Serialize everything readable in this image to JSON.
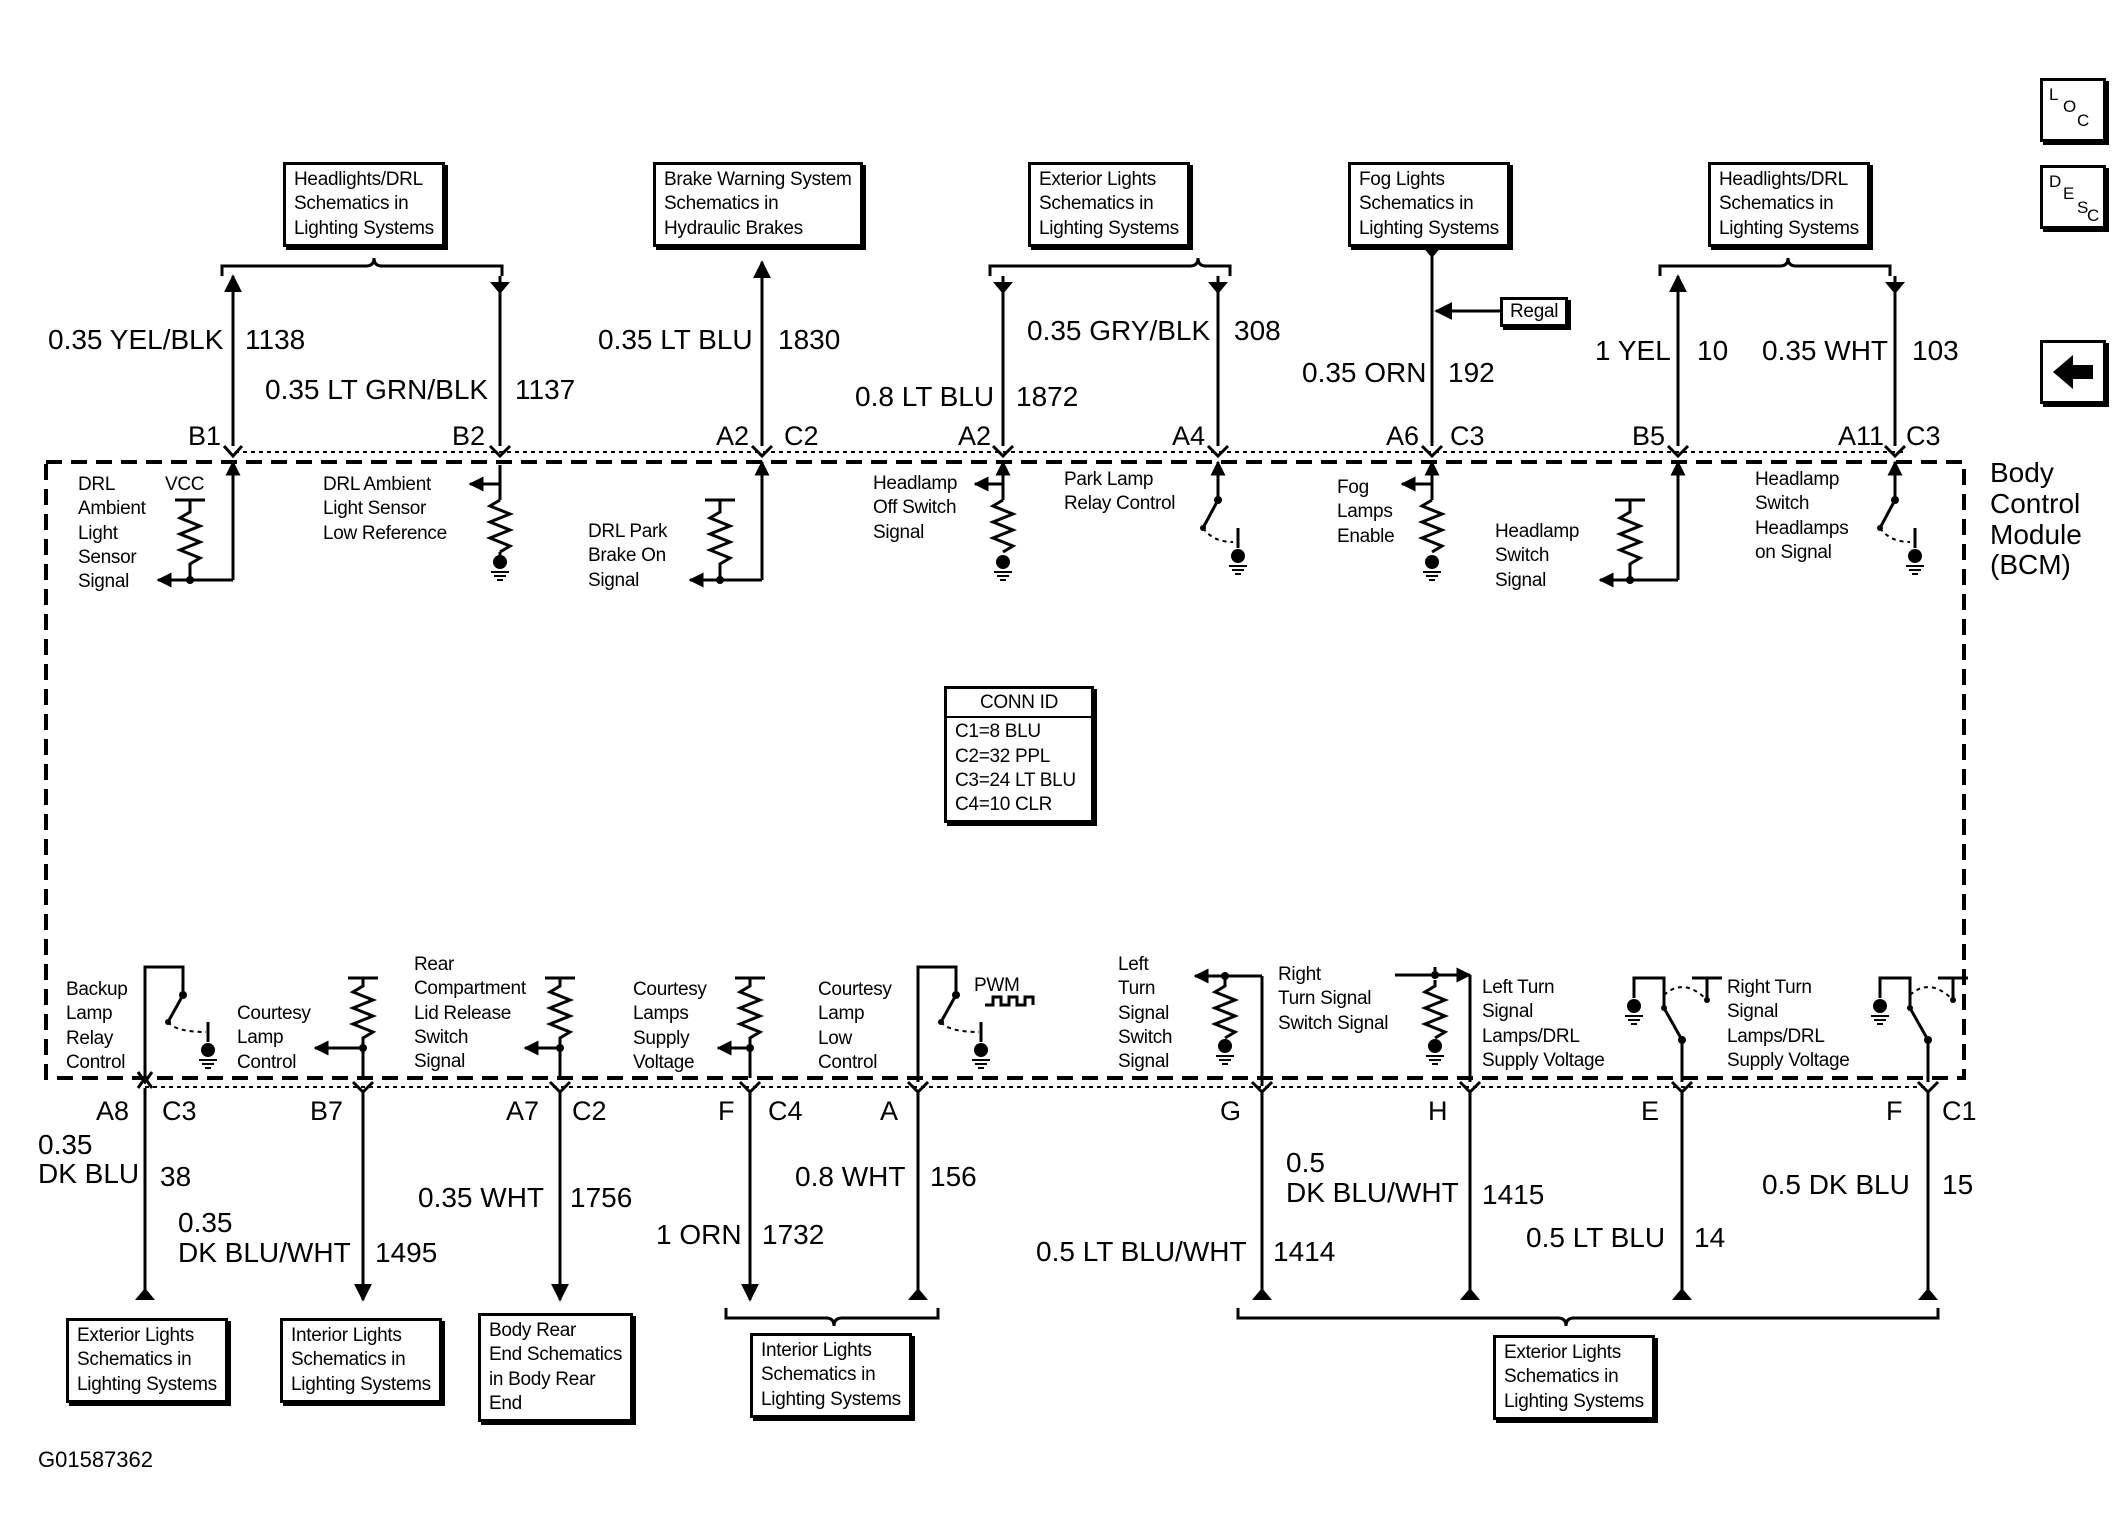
{
  "nav": {
    "loc": [
      "L",
      "O",
      "C"
    ],
    "desc": [
      "D",
      "E",
      "S",
      "C"
    ],
    "back": "back-arrow-icon"
  },
  "module": {
    "label": [
      "Body",
      "Control",
      "Module",
      "(BCM)"
    ]
  },
  "conn_id": {
    "title": "CONN ID",
    "lines": [
      "C1=8 BLU",
      "C2=32 PPL",
      "C3=24 LT BLU",
      "C4=10 CLR"
    ]
  },
  "ref_top": [
    [
      "Headlights/DRL",
      "Schematics in",
      "Lighting Systems"
    ],
    [
      "Brake Warning System",
      "Schematics in",
      "Hydraulic Brakes"
    ],
    [
      "Exterior Lights",
      "Schematics in",
      "Lighting Systems"
    ],
    [
      "Fog Lights",
      "Schematics in",
      "Lighting Systems"
    ],
    [
      "Headlights/DRL",
      "Schematics in",
      "Lighting Systems"
    ]
  ],
  "regal": "Regal",
  "wires_top": [
    {
      "label": "0.35 YEL/BLK",
      "num": "1138"
    },
    {
      "label": "0.35 LT GRN/BLK",
      "num": "1137"
    },
    {
      "label": "0.35 LT BLU",
      "num": "1830"
    },
    {
      "label": "0.8 LT BLU",
      "num": "1872"
    },
    {
      "label": "0.35 GRY/BLK",
      "num": "308"
    },
    {
      "label": "0.35 ORN",
      "num": "192"
    },
    {
      "label": "1 YEL",
      "num": "10"
    },
    {
      "label": "0.35 WHT",
      "num": "103"
    }
  ],
  "pins_top": [
    "B1",
    "B2",
    "A2",
    "C2",
    "A2",
    "A4",
    "A6",
    "C3",
    "B5",
    "A11",
    "C3"
  ],
  "circuits_top": [
    [
      "DRL",
      "Ambient",
      "Light",
      "Sensor",
      "Signal"
    ],
    [
      "VCC"
    ],
    [
      "DRL Ambient",
      "Light Sensor",
      "Low Reference"
    ],
    [
      "DRL Park",
      "Brake On",
      "Signal"
    ],
    [
      "Headlamp",
      "Off Switch",
      "Signal"
    ],
    [
      "Park Lamp",
      "Relay Control"
    ],
    [
      "Fog",
      "Lamps",
      "Enable"
    ],
    [
      "Headlamp",
      "Switch",
      "Signal"
    ],
    [
      "Headlamp",
      "Switch",
      "Headlamps",
      "on Signal"
    ]
  ],
  "circuits_bottom": [
    [
      "Backup",
      "Lamp",
      "Relay",
      "Control"
    ],
    [
      "Courtesy",
      "Lamp",
      "Control"
    ],
    [
      "Rear",
      "Compartment",
      "Lid Release",
      "Switch",
      "Signal"
    ],
    [
      "Courtesy",
      "Lamps",
      "Supply",
      "Voltage"
    ],
    [
      "Courtesy",
      "Lamp",
      "Low",
      "Control"
    ],
    [
      "PWM"
    ],
    [
      "Left",
      "Turn",
      "Signal",
      "Switch",
      "Signal"
    ],
    [
      "Right",
      "Turn Signal",
      "Switch Signal"
    ],
    [
      "Left Turn",
      "Signal",
      "Lamps/DRL",
      "Supply Voltage"
    ],
    [
      "Right Turn",
      "Signal",
      "Lamps/DRL",
      "Supply Voltage"
    ]
  ],
  "pins_bottom": [
    "A8",
    "C3",
    "B7",
    "A7",
    "C2",
    "F",
    "C4",
    "A",
    "G",
    "H",
    "E",
    "F",
    "C1"
  ],
  "wires_bottom": [
    {
      "label": [
        "0.35",
        "DK BLU"
      ],
      "num": "38"
    },
    {
      "label": [
        "0.35",
        "DK BLU/WHT"
      ],
      "num": "1495"
    },
    {
      "label": [
        "0.35 WHT"
      ],
      "num": "1756"
    },
    {
      "label": [
        "1 ORN"
      ],
      "num": "1732"
    },
    {
      "label": [
        "0.8 WHT"
      ],
      "num": "156"
    },
    {
      "label": [
        "0.5 LT BLU/WHT"
      ],
      "num": "1414"
    },
    {
      "label": [
        "0.5",
        "DK BLU/WHT"
      ],
      "num": "1415"
    },
    {
      "label": [
        "0.5 LT BLU"
      ],
      "num": "14"
    },
    {
      "label": [
        "0.5 DK BLU"
      ],
      "num": "15"
    }
  ],
  "ref_bottom": [
    [
      "Exterior Lights",
      "Schematics in",
      "Lighting Systems"
    ],
    [
      "Interior Lights",
      "Schematics in",
      "Lighting Systems"
    ],
    [
      "Body Rear",
      "End Schematics",
      "in Body Rear",
      "End"
    ],
    [
      "Interior Lights",
      "Schematics in",
      "Lighting Systems"
    ],
    [
      "Exterior Lights",
      "Schematics in",
      "Lighting Systems"
    ]
  ],
  "figure_id": "G01587362"
}
